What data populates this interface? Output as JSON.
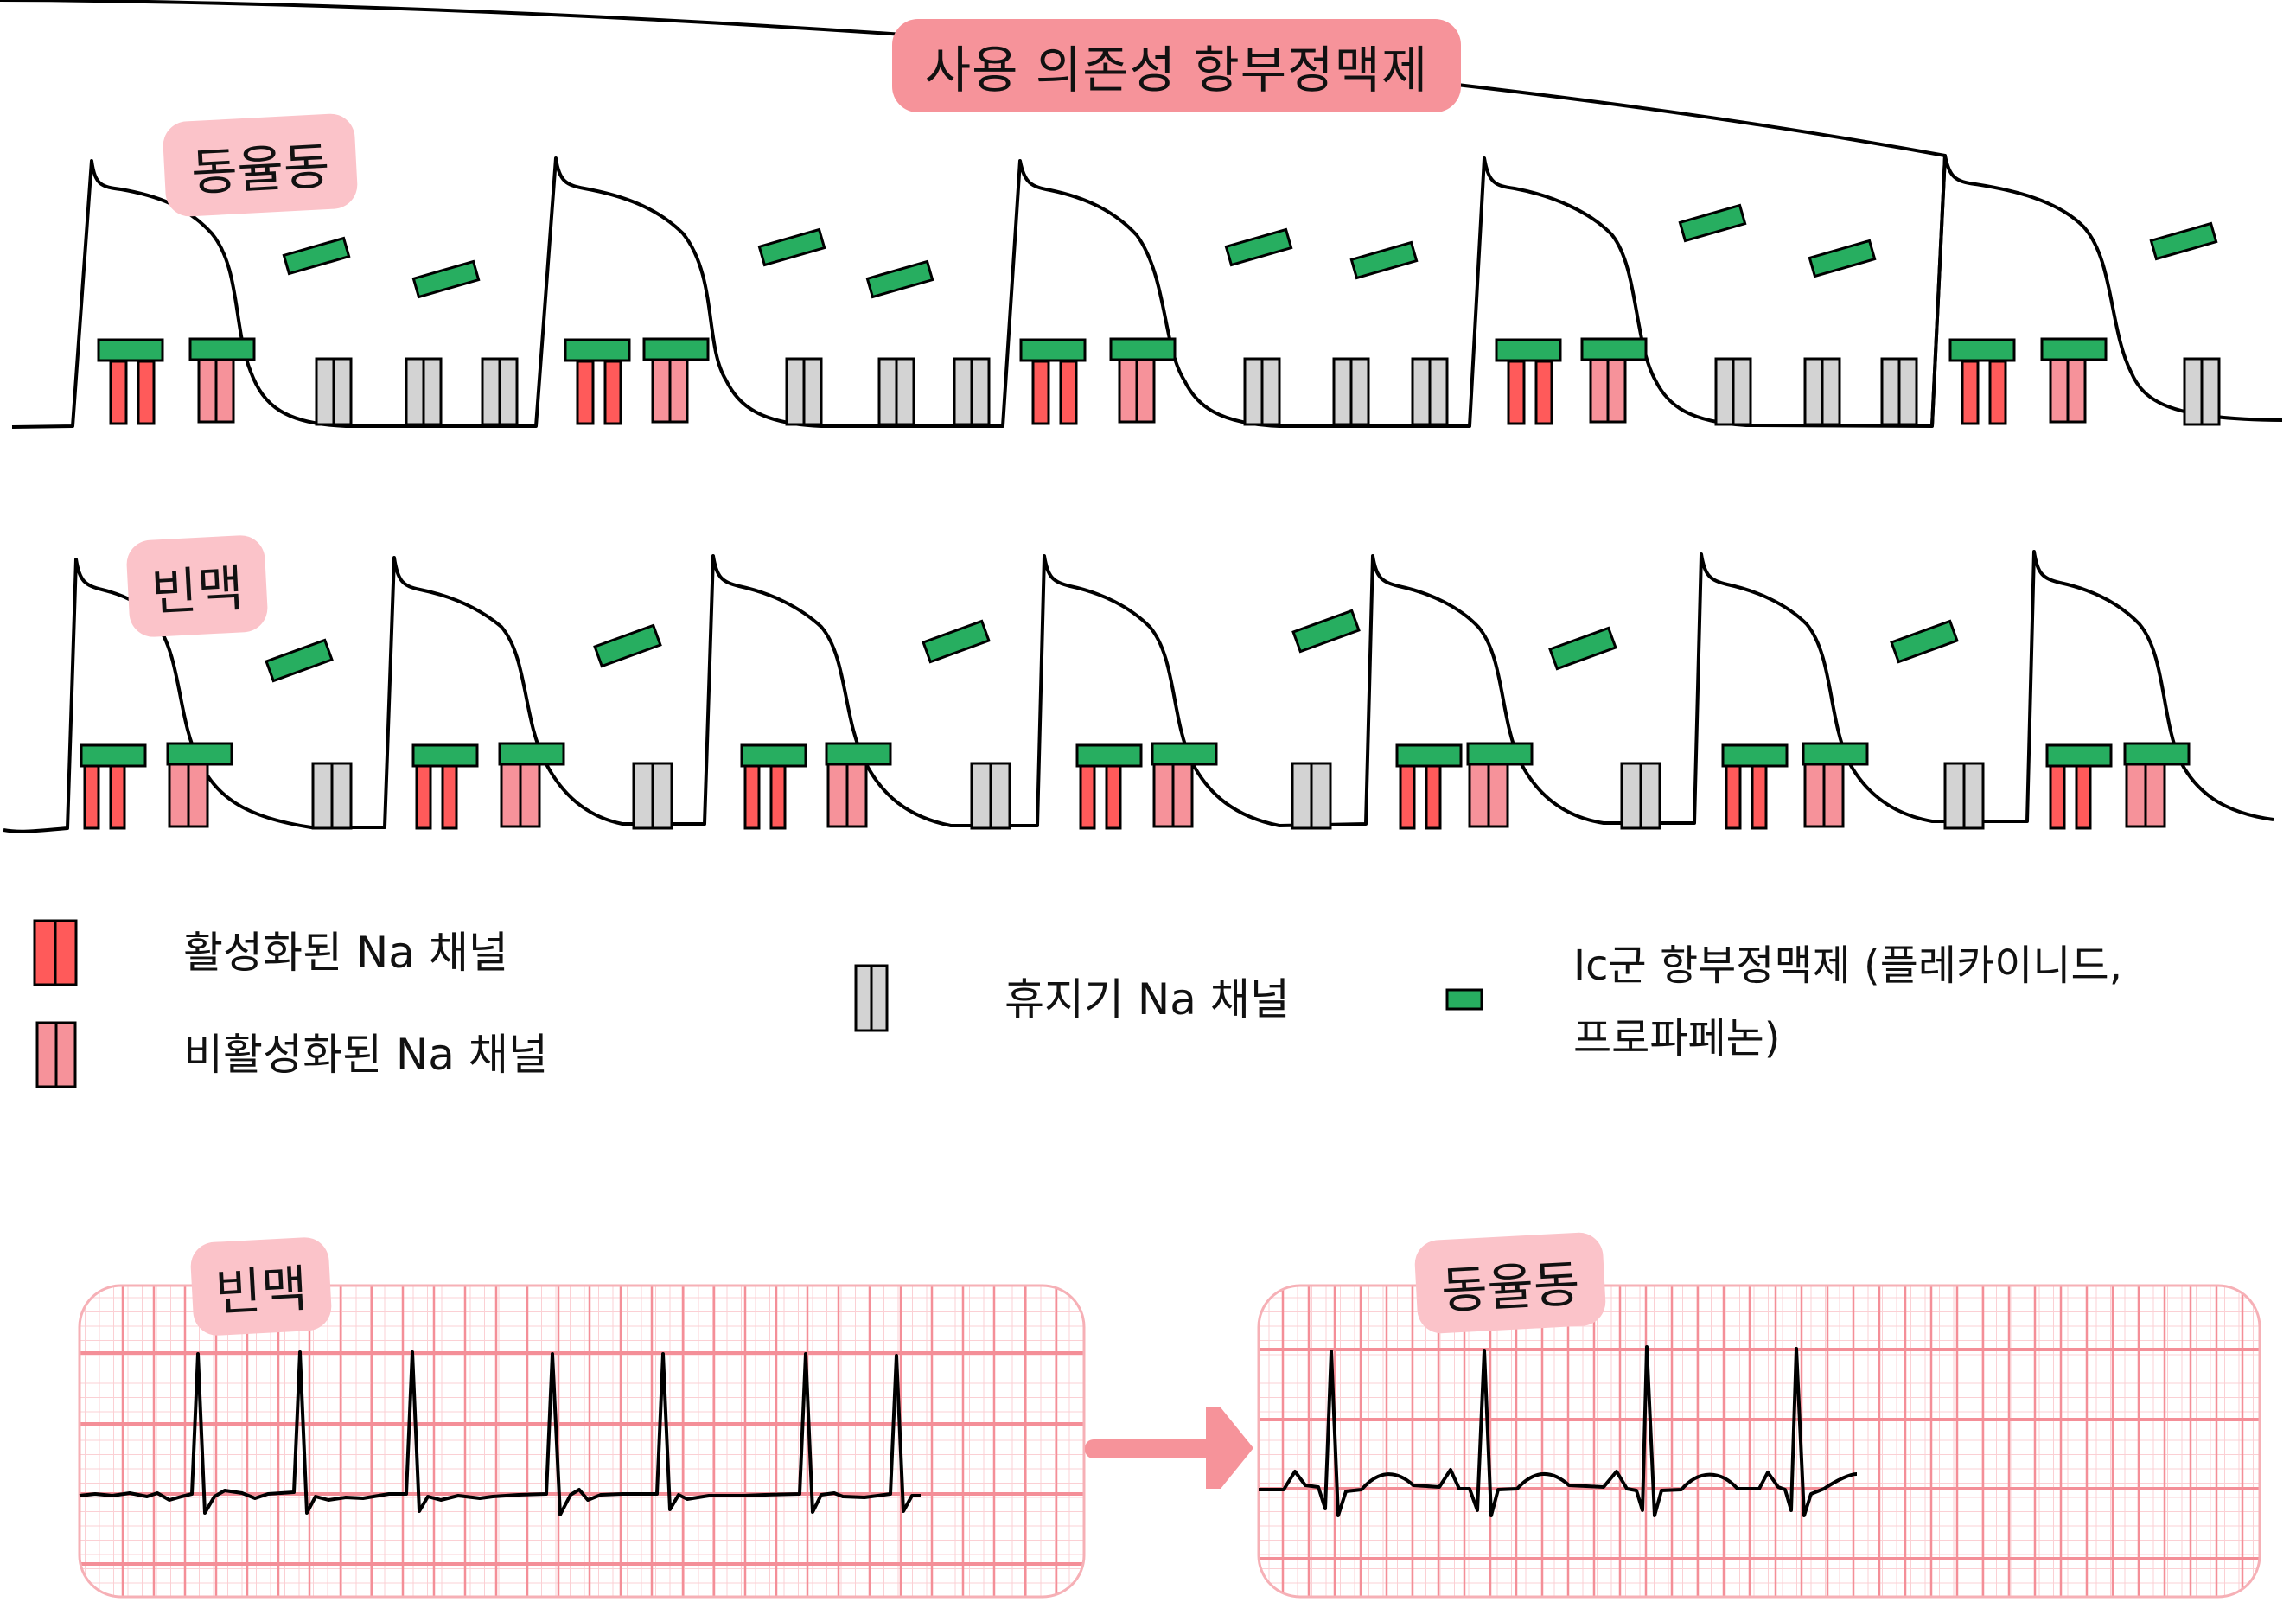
{
  "title": "사용 의존성 항부정맥제",
  "colors": {
    "title_bg": "#f6939a",
    "tag_bg": "#fbc3c9",
    "activated_channel": "#ff5a5a",
    "inactivated_channel": "#f6929a",
    "resting_channel": "#d3d3d3",
    "drug": "#27ae60",
    "ecg_grid_major": "#f48f98",
    "ecg_grid_minor": "#fbd0d4",
    "arrow": "#f6939a",
    "trace": "#000000"
  },
  "panels": {
    "sinus_row": {
      "label": "동율동",
      "beats": 5
    },
    "tachy_row": {
      "label": "빈맥",
      "beats": 7
    }
  },
  "legend": {
    "activated": "활성화된 Na 채널",
    "inactivated": "비활성화된 Na 채널",
    "resting": "휴지기 Na 채널",
    "drug_line1": "Ic군  항부정맥제 (플레카이니드,",
    "drug_line2": "프로파페논)"
  },
  "ecg": {
    "left_label": "빈맥",
    "right_label": "동율동",
    "left_beats": 7,
    "right_beats": 4
  }
}
